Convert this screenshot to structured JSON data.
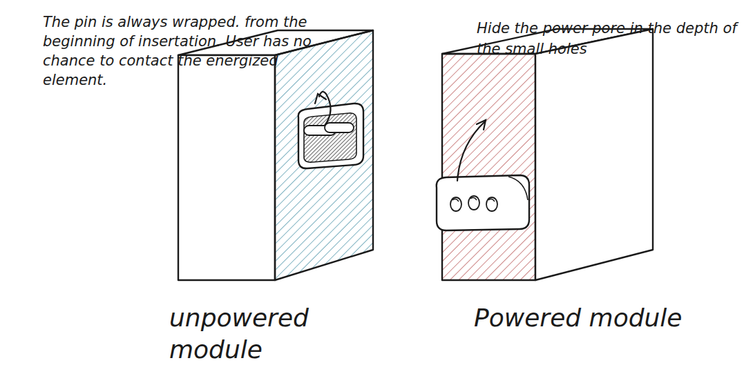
{
  "diagram": {
    "labels": [
      "The pin is always wrapped. from the beginning of insertation. User has no chance to contact the energized element.",
      "Hide the power pore in the depth of the small holes",
      "unpowered module",
      "Powered module"
    ]
  }
}
